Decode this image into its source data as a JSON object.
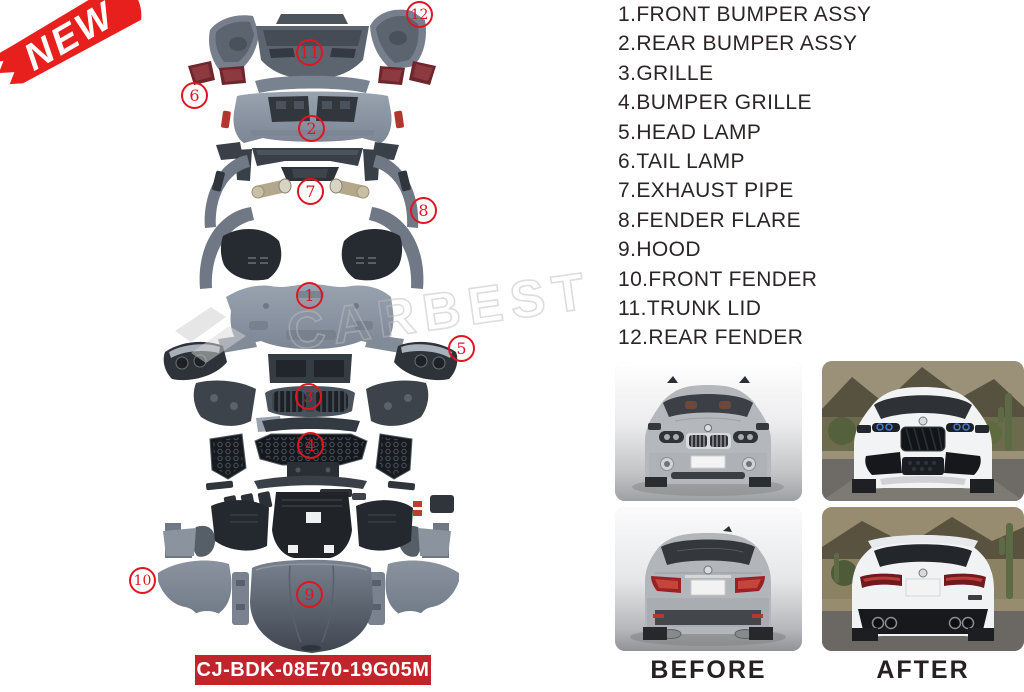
{
  "badge": {
    "label": "NEW"
  },
  "watermark": {
    "label": "CARBEST"
  },
  "parts_list": {
    "items": [
      {
        "text": "1.FRONT BUMPER ASSY"
      },
      {
        "text": "2.REAR BUMPER ASSY"
      },
      {
        "text": "3.GRILLE"
      },
      {
        "text": "4.BUMPER GRILLE"
      },
      {
        "text": "5.HEAD LAMP"
      },
      {
        "text": "6.TAIL LAMP"
      },
      {
        "text": "7.EXHAUST PIPE"
      },
      {
        "text": "8.FENDER FLARE"
      },
      {
        "text": "9.HOOD"
      },
      {
        "text": "10.FRONT FENDER"
      },
      {
        "text": "11.TRUNK LID"
      },
      {
        "text": "12.REAR FENDER"
      }
    ]
  },
  "diagram": {
    "callouts": [
      {
        "num": "1"
      },
      {
        "num": "2"
      },
      {
        "num": "3"
      },
      {
        "num": "4"
      },
      {
        "num": "5"
      },
      {
        "num": "6"
      },
      {
        "num": "7"
      },
      {
        "num": "8"
      },
      {
        "num": "9"
      },
      {
        "num": "10"
      },
      {
        "num": "11"
      },
      {
        "num": "12"
      }
    ]
  },
  "part_code": {
    "text": "CJ-BDK-08E70-19G05M"
  },
  "comparison": {
    "before_label": "BEFORE",
    "after_label": "AFTER"
  },
  "colors": {
    "callout_red": "#e11422",
    "label_bg": "#c2242c",
    "badge_red": "#e7201e",
    "list_text": "#2b2526"
  }
}
